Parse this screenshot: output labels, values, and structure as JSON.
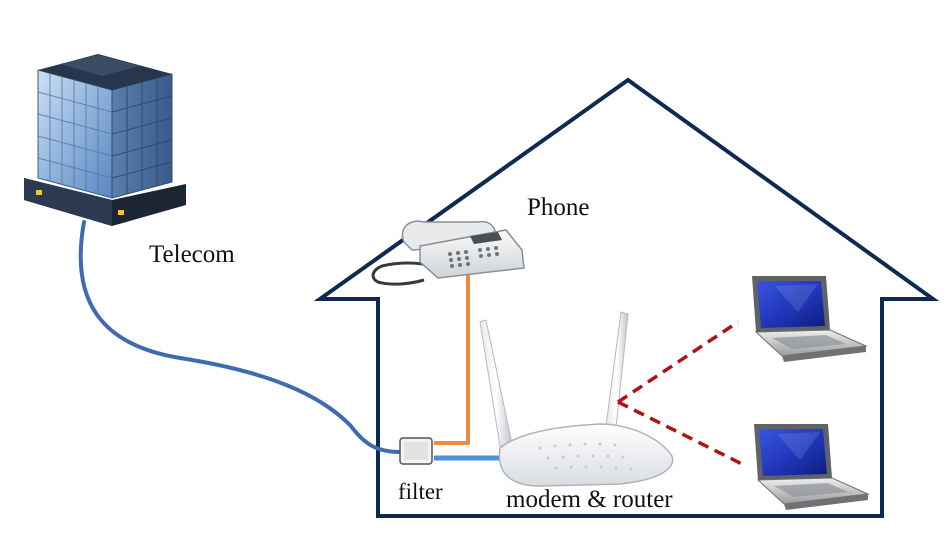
{
  "diagram": {
    "labels": {
      "telecom": "Telecom",
      "phone": "Phone",
      "filter": "filter",
      "modem_router": "modem & router"
    },
    "colors": {
      "house_outline": "#0f2a52",
      "telecom_cable": "#3f6cb0",
      "phone_cable": "#f08a3c",
      "modem_cable": "#4a90d9",
      "wireless_link": "#b31212",
      "laptop_screen": "#1f35b8"
    },
    "icons": {
      "building": "office-building-icon",
      "phone": "desk-phone-icon",
      "filter": "dsl-filter-icon",
      "modem": "wireless-router-icon",
      "laptop": "laptop-icon"
    }
  }
}
